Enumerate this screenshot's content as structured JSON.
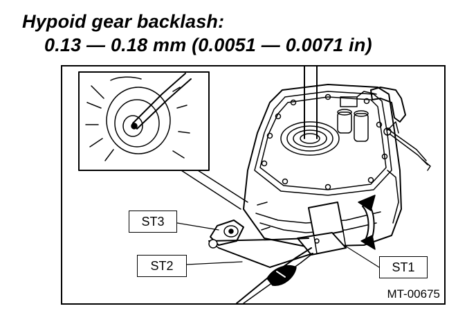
{
  "heading": {
    "title": "Hypoid gear backlash:",
    "spec": "0.13 — 0.18 mm (0.0051 — 0.0071 in)"
  },
  "callouts": {
    "st3": "ST3",
    "st2": "ST2",
    "st1": "ST1"
  },
  "figure_code": "MT-00675"
}
